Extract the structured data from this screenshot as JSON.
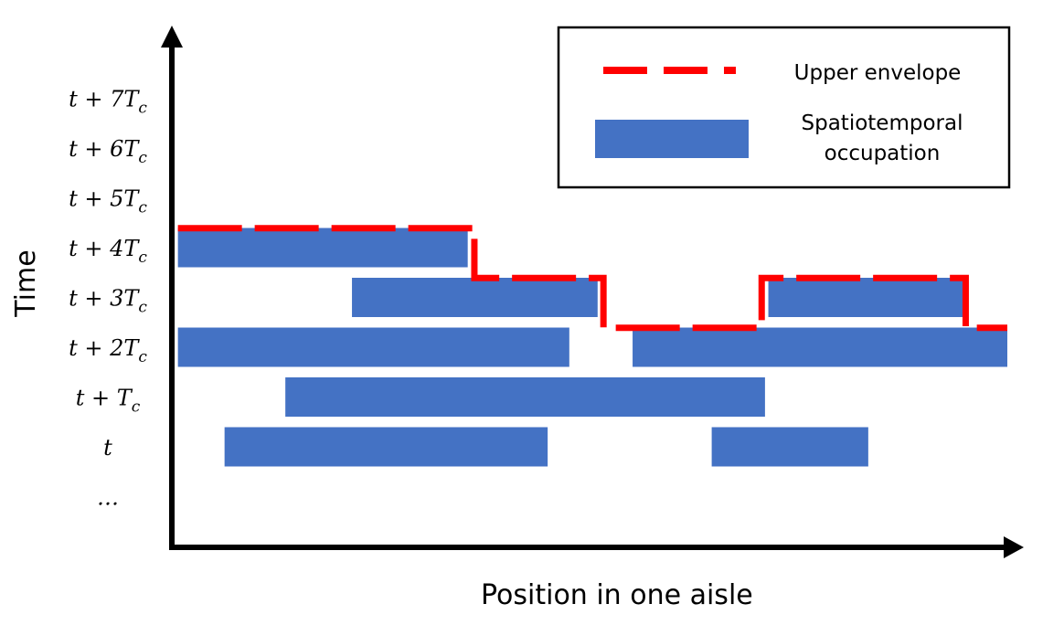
{
  "chart_data": {
    "type": "bar",
    "x_axis_label": "Position in one aisle",
    "y_axis_label": "Time",
    "x_range": [
      0,
      100
    ],
    "time_rows": [
      {
        "base": "…",
        "sub": "",
        "level": -1
      },
      {
        "base": "t",
        "sub": "",
        "level": 0
      },
      {
        "base": "t + T",
        "sub": "c",
        "level": 1
      },
      {
        "base": "t + 2T",
        "sub": "c",
        "level": 2
      },
      {
        "base": "t + 3T",
        "sub": "c",
        "level": 3
      },
      {
        "base": "t + 4T",
        "sub": "c",
        "level": 4
      },
      {
        "base": "t + 5T",
        "sub": "c",
        "level": 5
      },
      {
        "base": "t + 6T",
        "sub": "c",
        "level": 6
      },
      {
        "base": "t + 7T",
        "sub": "c",
        "level": 7
      }
    ],
    "occupations": [
      {
        "level": 0,
        "start": 6,
        "end": 44.8
      },
      {
        "level": 0,
        "start": 64.5,
        "end": 83.3
      },
      {
        "level": 1,
        "start": 13.3,
        "end": 70.9
      },
      {
        "level": 2,
        "start": 0.4,
        "end": 47.4
      },
      {
        "level": 2,
        "start": 55.0,
        "end": 100
      },
      {
        "level": 3,
        "start": 21.3,
        "end": 50.8
      },
      {
        "level": 3,
        "start": 71.3,
        "end": 94.9
      },
      {
        "level": 4,
        "start": 0.4,
        "end": 35.2
      }
    ],
    "upper_envelope": [
      {
        "start": 0.4,
        "end": 36.0,
        "level": 4.5
      },
      {
        "start": 36.0,
        "end": 51.5,
        "level": 3.5
      },
      {
        "start": 51.5,
        "end": 70.5,
        "level": 2.5
      },
      {
        "start": 70.5,
        "end": 95.0,
        "level": 3.5
      },
      {
        "start": 95.0,
        "end": 100,
        "level": 2.5
      }
    ],
    "legend": {
      "position": "top-right",
      "items": [
        {
          "label": "Upper envelope",
          "style": "dashed-line",
          "color": "#ff0000"
        },
        {
          "label": "Spatiotemporal occupation",
          "style": "filled-bar",
          "color": "#4472c4"
        }
      ]
    },
    "colors": {
      "occupation": "#4472c4",
      "envelope": "#ff0000",
      "axis": "#000000"
    }
  }
}
